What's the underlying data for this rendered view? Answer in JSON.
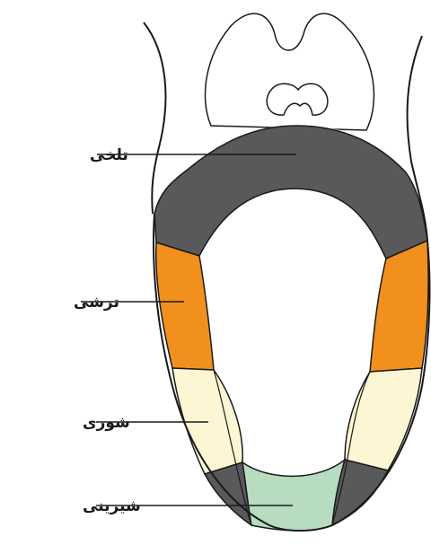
{
  "labels": {
    "bitter": "تلخی",
    "sour": "ترشی",
    "salty": "شوری",
    "sweet": "شیرینی"
  },
  "colors": {
    "outline": "#1a1a1a",
    "bitter": "#59595b",
    "sour": "#f2901d",
    "salty": "#fdf6d4",
    "sweet": "#b7dcc0",
    "back_dark": "#59595b",
    "background": "#ffffff"
  }
}
